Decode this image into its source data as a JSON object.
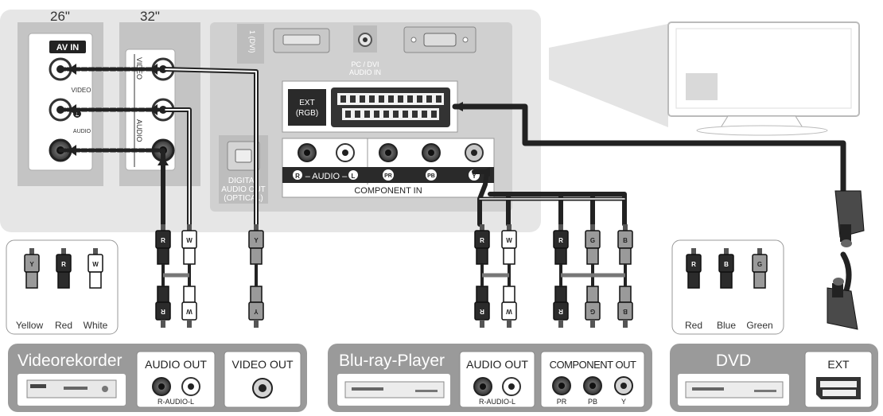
{
  "sizes": {
    "left": "26\"",
    "right": "32\""
  },
  "tv_panel": {
    "av_in": "AV IN",
    "video": "VIDEO",
    "audio": "AUDIO",
    "dvi_port": "1 (DVI)",
    "pc_dvi_audio_in": [
      "PC / DVI",
      "AUDIO IN"
    ],
    "ext_rgb": [
      "EXT",
      "(RGB)"
    ],
    "digital_audio_out": [
      "DIGITAL",
      "AUDIO OUT",
      "(OPTICAL)"
    ],
    "component_audio": "– AUDIO –",
    "component_in": "COMPONENT IN",
    "glyphs": {
      "r": "R",
      "l": "L",
      "pr": "PR",
      "pb": "PB",
      "y": "Y"
    }
  },
  "plug_letters": {
    "y": "Y",
    "r": "R",
    "w": "W",
    "g": "G",
    "b": "B"
  },
  "legend_left": {
    "items": [
      {
        "name": "Yellow"
      },
      {
        "name": "Red"
      },
      {
        "name": "White"
      }
    ]
  },
  "legend_right": {
    "items": [
      {
        "name": "Red"
      },
      {
        "name": "Blue"
      },
      {
        "name": "Green"
      }
    ]
  },
  "devices": [
    {
      "name": "Videorekorder",
      "ports": [
        {
          "title": "AUDIO OUT",
          "sub": "R-AUDIO-L"
        },
        {
          "title": "VIDEO OUT",
          "sub": ""
        }
      ]
    },
    {
      "name": "Blu-ray-Player",
      "ports": [
        {
          "title": "AUDIO OUT",
          "sub": "R-AUDIO-L"
        },
        {
          "title": "COMPONENT OUT",
          "labels": [
            "PR",
            "PB",
            "Y"
          ]
        }
      ]
    },
    {
      "name": "DVD",
      "ports": [
        {
          "title": "EXT",
          "sub": ""
        }
      ]
    }
  ],
  "colors": {
    "panel": "#e4e4e4",
    "cable": "#1a1a1a",
    "device_box": "#999999",
    "accent_dark": "#2a2a2a"
  }
}
